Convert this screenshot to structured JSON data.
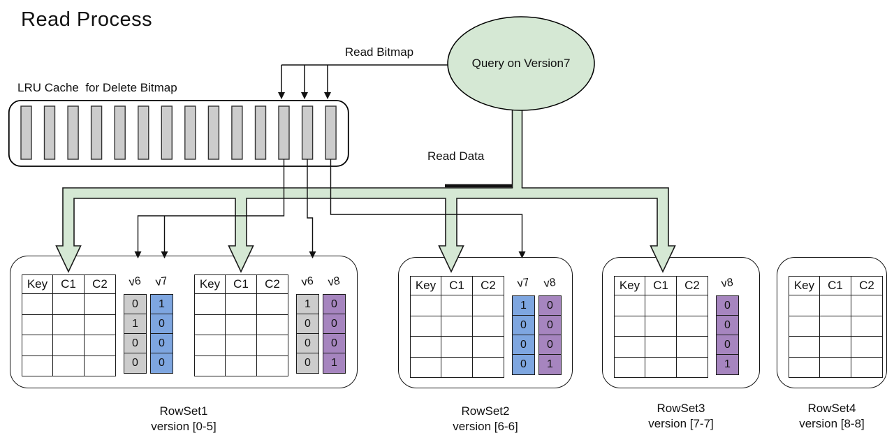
{
  "title": "Read Process",
  "colors": {
    "green_fill": "#d5e8d4",
    "gray_fill": "#cccccc",
    "blue_fill": "#7ea6e0",
    "purple_fill": "#a685bf",
    "stroke": "#1a1a1a"
  },
  "labels": {
    "read_bitmap": "Read Bitmap",
    "read_data": "Read Data",
    "lru_cache": "LRU Cache  for Delete Bitmap",
    "query": "Query on Version7"
  },
  "lru": {
    "slot_count": 14
  },
  "rowsets": [
    {
      "name": "RowSet1",
      "caption": [
        "RowSet1",
        "version [0-5]"
      ],
      "groups": [
        {
          "headers": [
            "Key",
            "C1",
            "C2"
          ],
          "rows": 4,
          "bitmaps": [
            {
              "label": "v6",
              "color": "gray",
              "values": [
                "0",
                "1",
                "0",
                "0"
              ]
            },
            {
              "label": "v7",
              "color": "blue",
              "values": [
                "1",
                "0",
                "0",
                "0"
              ]
            }
          ]
        },
        {
          "headers": [
            "Key",
            "C1",
            "C2"
          ],
          "rows": 4,
          "bitmaps": [
            {
              "label": "v6",
              "color": "gray",
              "values": [
                "1",
                "0",
                "0",
                "0"
              ]
            },
            {
              "label": "v8",
              "color": "purple",
              "values": [
                "0",
                "0",
                "0",
                "1"
              ]
            }
          ]
        }
      ]
    },
    {
      "name": "RowSet2",
      "caption": [
        "RowSet2",
        "version [6-6]"
      ],
      "groups": [
        {
          "headers": [
            "Key",
            "C1",
            "C2"
          ],
          "rows": 4,
          "bitmaps": [
            {
              "label": "v7",
              "color": "blue",
              "values": [
                "1",
                "0",
                "0",
                "0"
              ]
            },
            {
              "label": "v8",
              "color": "purple",
              "values": [
                "0",
                "0",
                "0",
                "1"
              ]
            }
          ]
        }
      ]
    },
    {
      "name": "RowSet3",
      "caption": [
        "RowSet3",
        "version [7-7]"
      ],
      "groups": [
        {
          "headers": [
            "Key",
            "C1",
            "C2"
          ],
          "rows": 4,
          "bitmaps": [
            {
              "label": "v8",
              "color": "purple",
              "values": [
                "0",
                "0",
                "0",
                "1"
              ]
            }
          ]
        }
      ]
    },
    {
      "name": "RowSet4",
      "caption": [
        "RowSet4",
        "version [8-8]"
      ],
      "groups": [
        {
          "headers": [
            "Key",
            "C1",
            "C2"
          ],
          "rows": 4,
          "bitmaps": []
        }
      ]
    }
  ]
}
